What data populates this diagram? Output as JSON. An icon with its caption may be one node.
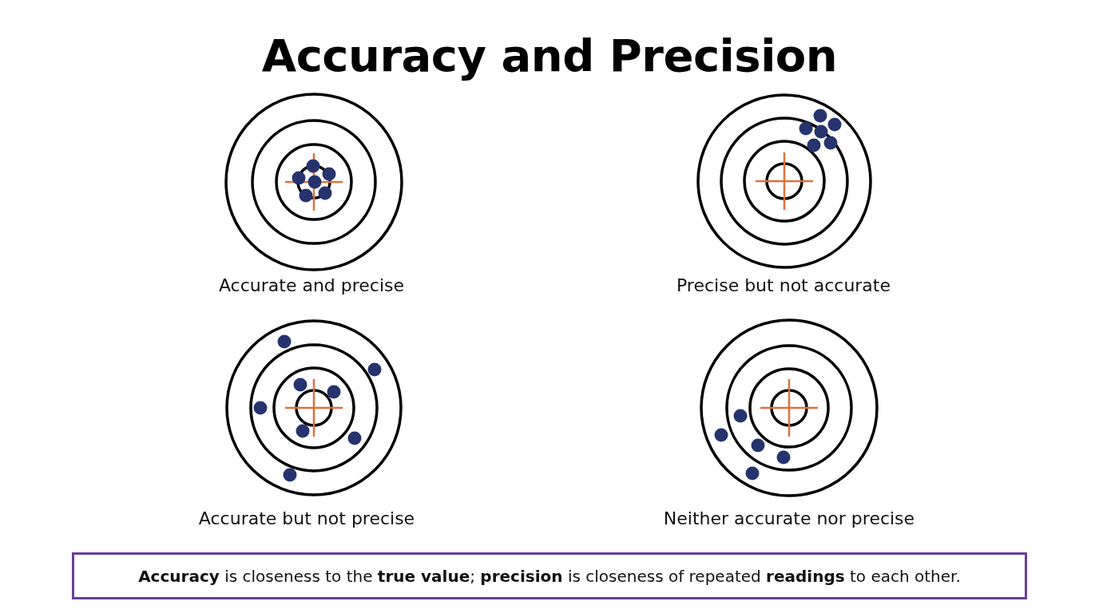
{
  "diagram": {
    "title": "Accuracy and Precision",
    "nodes": [
      {
        "text": [
          "**Accuracy** is closeness to the **true value**; **precision** is closeness of repeated **readings** to each other."
        ]
      }
    ],
    "labels": [
      "Accurate and precise",
      "Precise but not accurate",
      "Accurate but not precise",
      "Neither accurate nor precise"
    ]
  }
}
